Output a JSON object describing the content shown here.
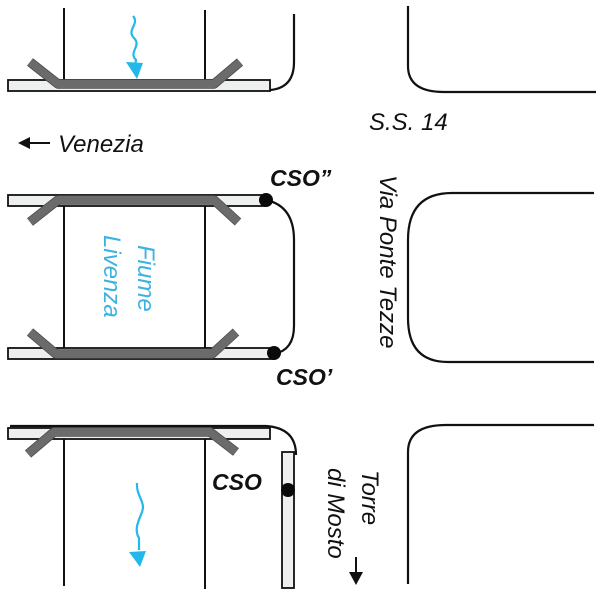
{
  "labels": {
    "venezia": "Venezia",
    "ss14": "S.S. 14",
    "via_ponte_tezze": "Via Ponte Tezze",
    "river_line1": "Fiume",
    "river_line2": "Livenza",
    "cso_double_prime": "CSO”",
    "cso_prime": "CSO’",
    "cso": "CSO",
    "torre_line1": "Torre",
    "torre_line2": "di Mosto"
  },
  "colors": {
    "river": "#3cb2e0",
    "flow_arrow": "#22b8ea",
    "bridge_beam": "#6b6b6b",
    "bridge_deck": "#eef0ef",
    "outline": "#111111"
  },
  "icons": {
    "venezia_direction": "arrow-left-icon",
    "torre_direction": "arrow-down-icon",
    "flow_top": "wavy-arrow-down-icon",
    "flow_bottom": "wavy-arrow-down-icon"
  }
}
